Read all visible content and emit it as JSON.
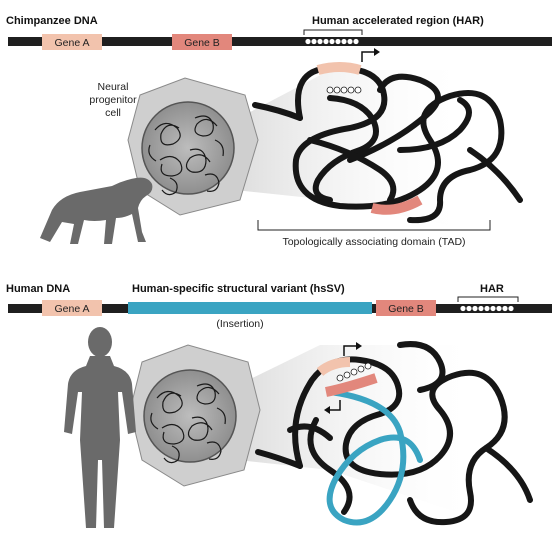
{
  "colors": {
    "dna": "#1f1f1f",
    "chromatin": "#161616",
    "gene": "#f2c3ad",
    "gene_b": "#e2877c",
    "insertion": "#3aa4c2",
    "silhouette": "#6a6a6a",
    "cell": "#cfcfcf",
    "nucleus": "#9a9a9a"
  },
  "top": {
    "title": "Chimpanzee DNA",
    "gene_a": "Gene A",
    "gene_b": "Gene B",
    "har_label": "Human accelerated region (HAR)",
    "cell_label_1": "Neural",
    "cell_label_2": "progenitor",
    "cell_label_3": "cell",
    "tad_label": "Topologically associating domain (TAD)",
    "organism_icon": "chimpanzee-silhouette-icon",
    "arrow_icon": "transcription-start-arrow-icon"
  },
  "bottom": {
    "title": "Human DNA",
    "gene_a": "Gene A",
    "hssv_label": "Human-specific structural variant (hsSV)",
    "insertion_label": "(Insertion)",
    "gene_b": "Gene B",
    "har_label": "HAR",
    "organism_icon": "human-silhouette-icon",
    "arrow_icon": "transcription-start-arrow-icon"
  }
}
